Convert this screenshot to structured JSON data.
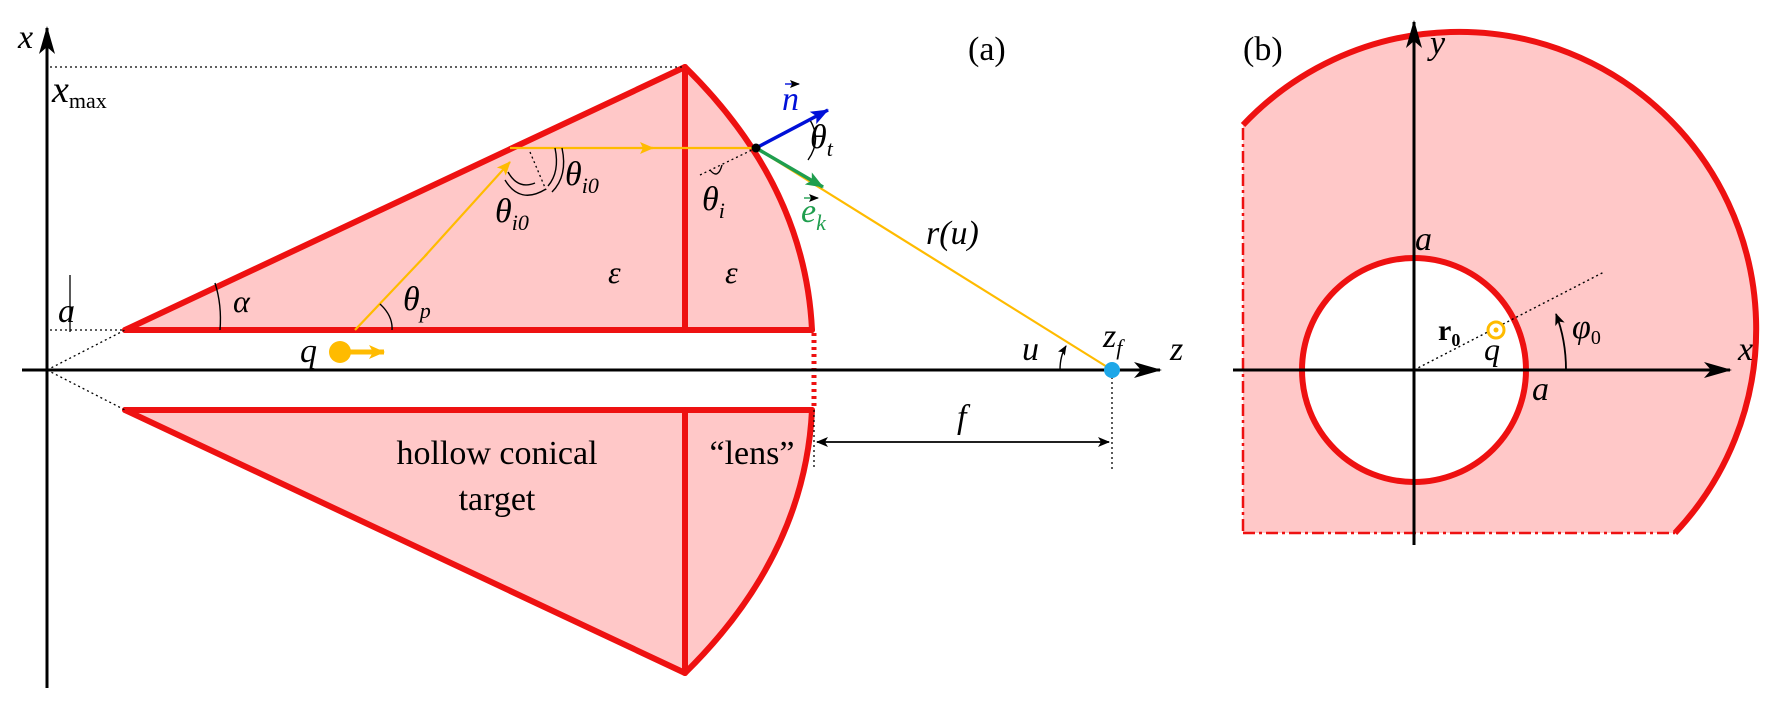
{
  "panel_a": {
    "tag": "(a)",
    "axis_x": "x",
    "axis_z": "z",
    "x_max": {
      "base": "x",
      "sub": "max"
    },
    "a_label": "a",
    "alpha": "α",
    "theta_p": {
      "base": "θ",
      "sub": "p"
    },
    "theta_i0_inner": {
      "base": "θ",
      "sub": "i0"
    },
    "theta_i0_outer": {
      "base": "θ",
      "sub": "i0"
    },
    "theta_i": {
      "base": "θ",
      "sub": "i"
    },
    "theta_t": {
      "base": "θ",
      "sub": "t"
    },
    "epsilon_1": "ε",
    "epsilon_2": "ε",
    "normal_vec": "n",
    "ek_vec": {
      "base": "e",
      "sub": "k"
    },
    "r_u": "r(u)",
    "u_label": "u",
    "zf": {
      "base": "z",
      "sub": "f"
    },
    "f_label": "f",
    "q_label": "q",
    "target_line1": "hollow conical",
    "target_line2": "target",
    "lens_label": "“lens”"
  },
  "panel_b": {
    "tag": "(b)",
    "axis_x": "x",
    "axis_y": "y",
    "a_top": "a",
    "a_right": "a",
    "r0": {
      "base": "r",
      "sub": "0"
    },
    "q_label": "q",
    "phi0": {
      "base": "φ",
      "sub": "0"
    }
  },
  "colors": {
    "target_fill": "#ffc8c8",
    "target_stroke": "#ee1111",
    "ray": "#ffbb00",
    "normal": "#0010d8",
    "ek": "#1f9e4e",
    "focus": "#1ea7e8"
  }
}
